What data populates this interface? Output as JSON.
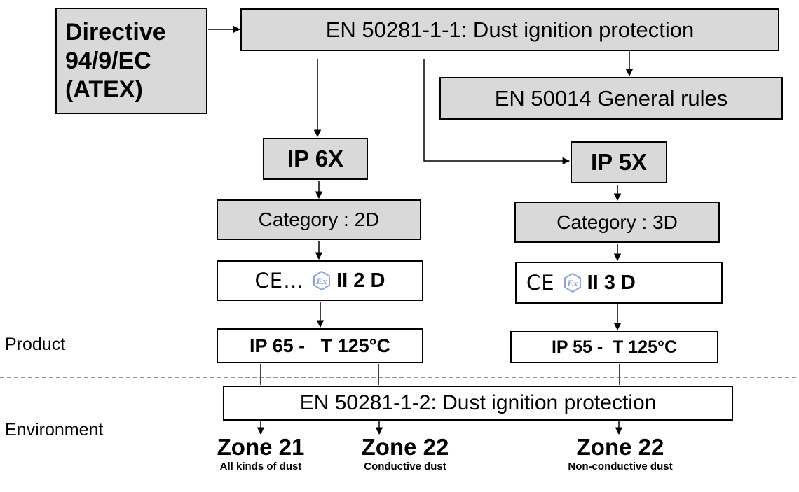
{
  "directive": {
    "lines": [
      "Directive",
      "94/9/EC",
      "(ATEX)"
    ]
  },
  "standard_top": "EN 50281-1-1:  Dust ignition protection",
  "general_rules": "EN 50014 General rules",
  "left": {
    "ip": "IP 6X",
    "category": "Category : 2D",
    "marking_ce": "CE…",
    "marking_ex": "Ex",
    "marking_code": "II 2 D",
    "product": "IP 65 -   T 125°C"
  },
  "right": {
    "ip": "IP 5X",
    "category": "Category : 3D",
    "marking_ce": "CE",
    "marking_ex": "Ex",
    "marking_code": "II 3 D",
    "product": "IP 55 -  T 125°C"
  },
  "standard_bottom": "EN 50281-1-2:  Dust ignition protection",
  "labels": {
    "product": "Product",
    "environment": "Environment"
  },
  "zones": [
    {
      "name": "Zone 21",
      "desc": "All kinds of dust"
    },
    {
      "name": "Zone 22",
      "desc": "Conductive dust"
    },
    {
      "name": "Zone 22",
      "desc": "Non-conductive dust"
    }
  ],
  "colors": {
    "box_fill": "#d9d9d9",
    "ex_symbol": "#8ea6d6"
  }
}
